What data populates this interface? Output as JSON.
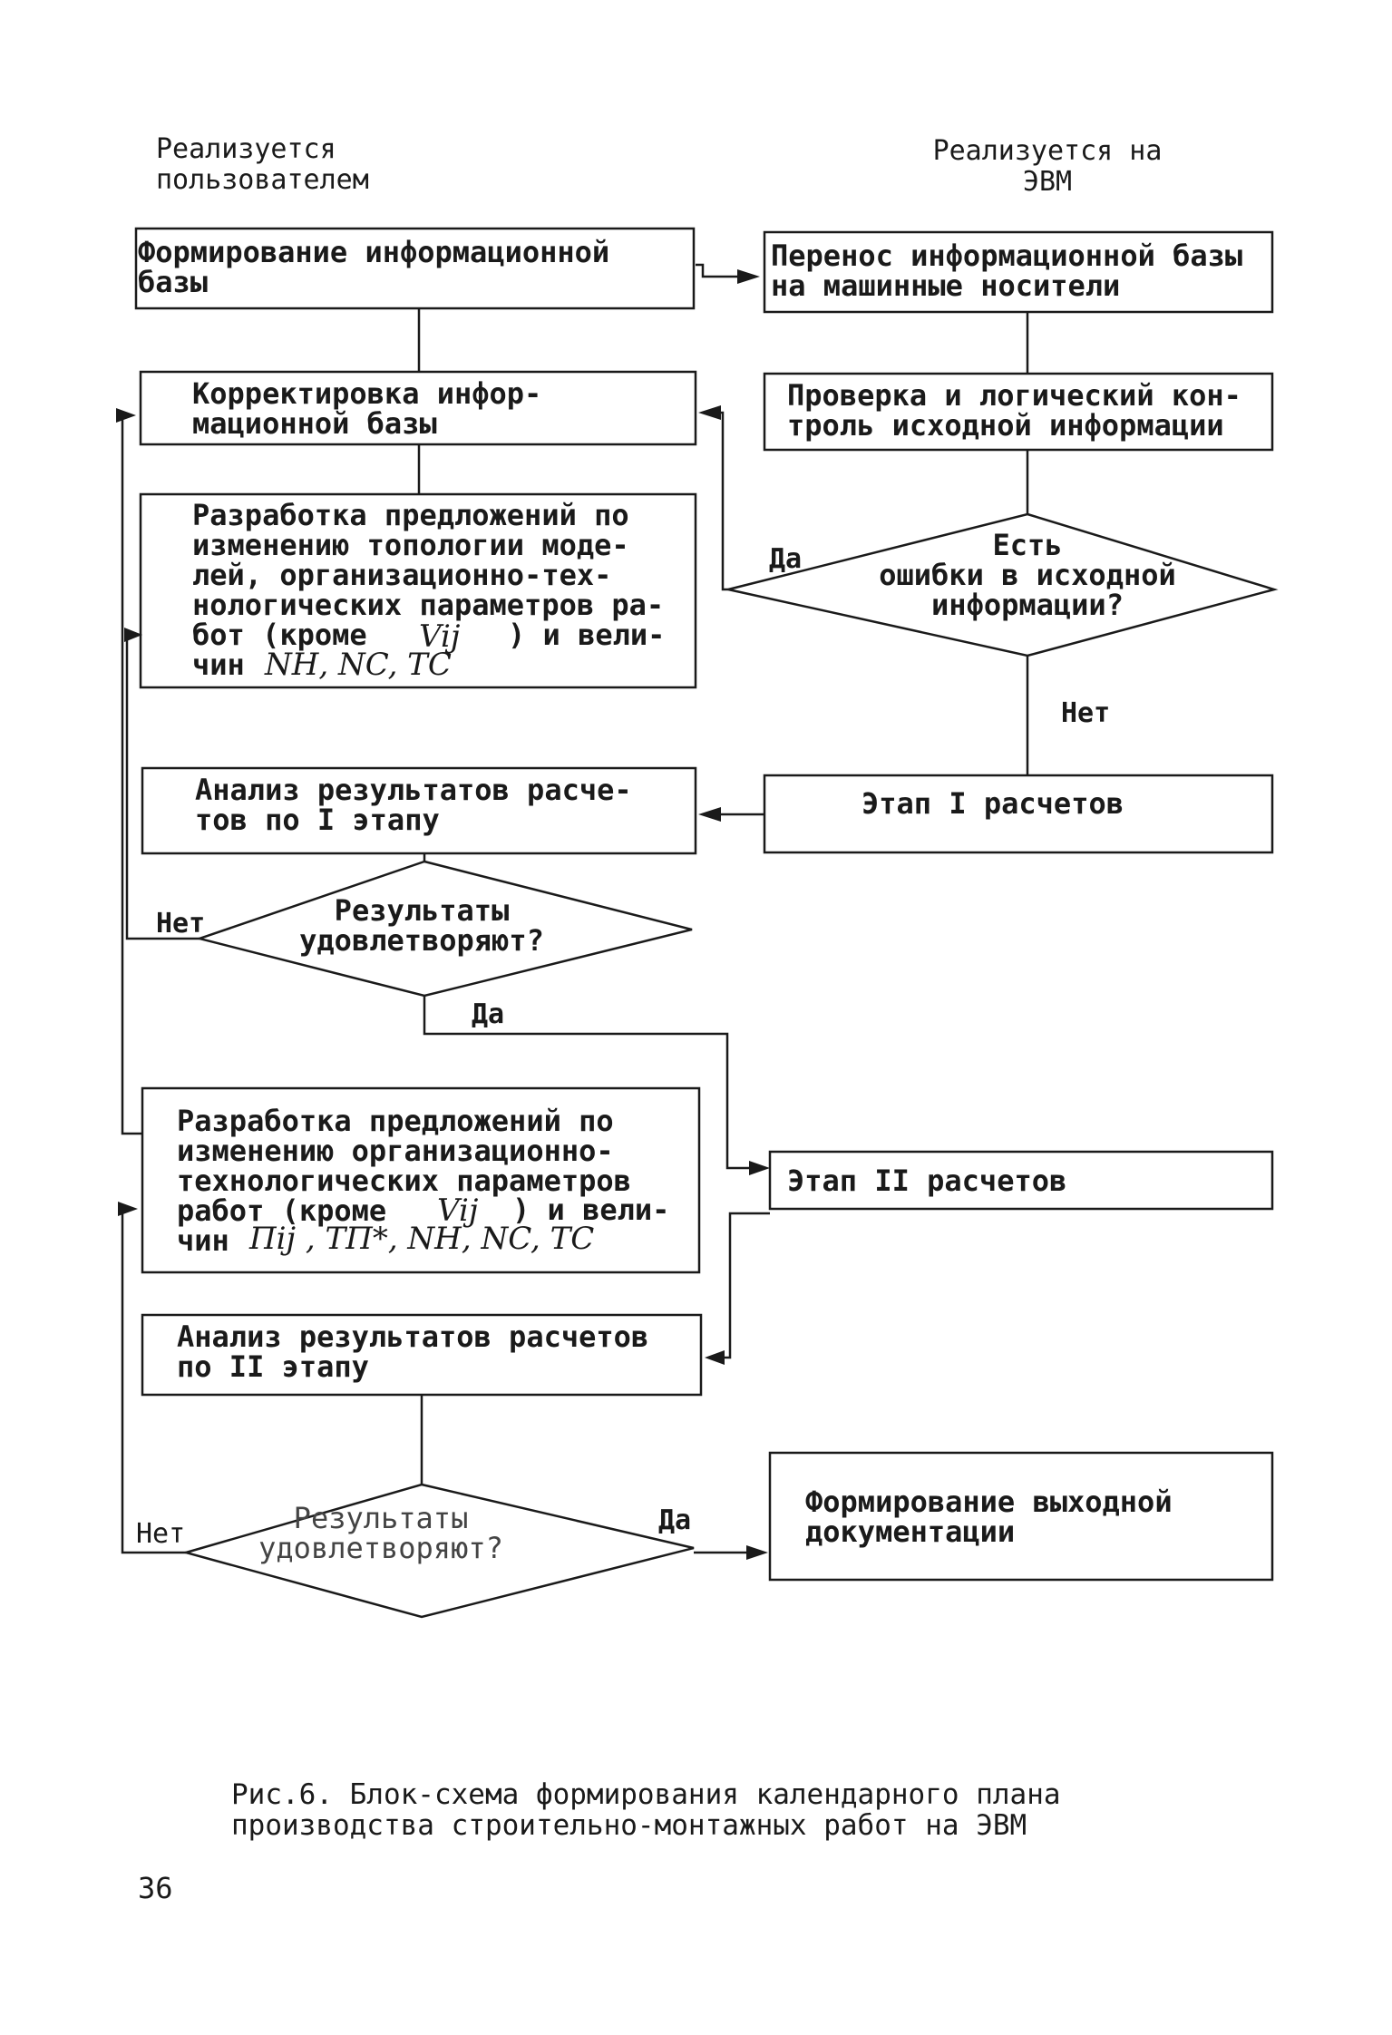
{
  "headers": {
    "user": "Реализуется\nпользователем",
    "computer": "Реализуется на\nЭВМ"
  },
  "nodes": {
    "form_info_base": "Формирование информационной\nбазы",
    "transfer_info_base": "Перенос информационной базы\nна машинные носители",
    "correct_info_base": "Корректировка инфор-\nмационной базы",
    "check_logic": "Проверка и логический кон-\nтроль исходной информации",
    "errors_question": "Есть\nошибки в исходной\nинформации?",
    "proposals_1": {
      "text": "Разработка предложений по\nизменению топологии моде-\nлей, организационно-тех-\nнологических параметров ра-\nбот (кроме",
      "tail_1": ") и вели-",
      "tail_2": "чин",
      "symbols": "Vij",
      "symbols_2": "NH, NC, TC"
    },
    "stage1_calc": "Этап I расчетов",
    "analysis_1": "Анализ результатов расче-\nтов по I этапу",
    "satisfy_1": "Результаты\nудовлетворяют?",
    "proposals_2": {
      "text": "Разработка предложений по\nизменению организационно-\nтехнологических параметров\nработ (кроме",
      "tail_1": ") и вели-",
      "tail_2": "чин",
      "symbols": "Vij",
      "symbols_2": "Пij , TП*, NH, NC, TC"
    },
    "stage2_calc": "Этап II расчетов",
    "analysis_2": "Анализ результатов расчетов\nпо II этапу",
    "satisfy_2": "Результаты\nудовлетворяют?",
    "form_output": "Формирование выходной\nдокументации"
  },
  "edge_labels": {
    "yes_errors": "Да",
    "no_errors": "Нет",
    "no_satisfy_1": "Нет",
    "yes_satisfy_1": "Да",
    "no_satisfy_2": "Нет",
    "yes_satisfy_2": "Да"
  },
  "caption": "Рис.6. Блок-схема формирования календарного плана\nпроизводства строительно-монтажных работ на ЭВМ",
  "page_number": "36"
}
